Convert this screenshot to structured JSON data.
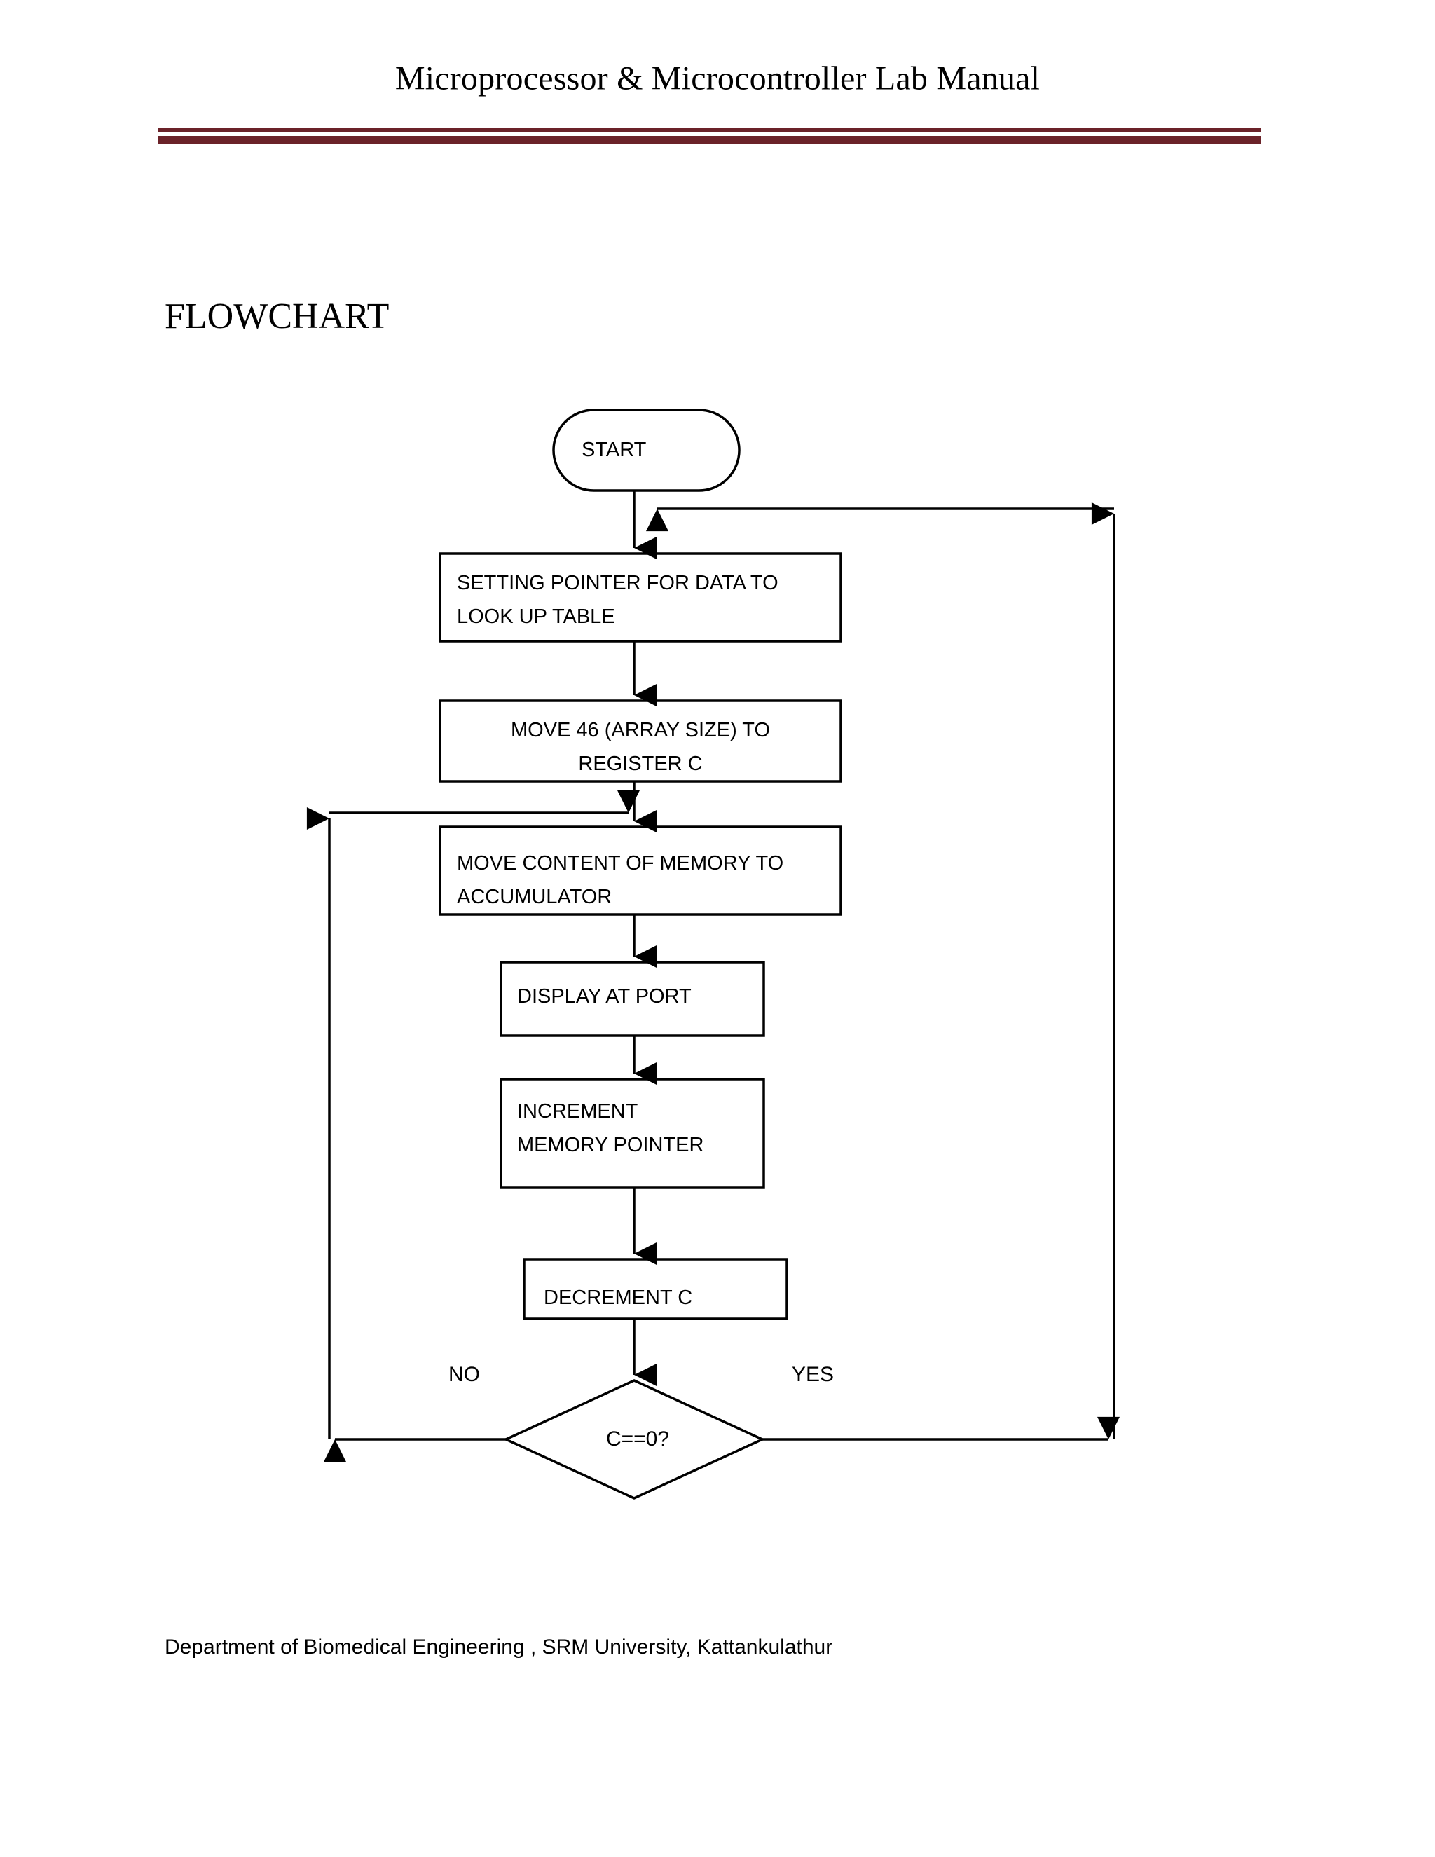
{
  "document": {
    "title": "Microprocessor & Microcontroller Lab Manual",
    "section_heading": "FLOWCHART",
    "footer": "Department of Biomedical Engineering , SRM University, Kattankulathur",
    "rule_color": "#6b2229",
    "ink_color": "#000000",
    "page_background": "#ffffff"
  },
  "flowchart": {
    "nodes": [
      {
        "id": "start",
        "shape": "terminator",
        "label": "START"
      },
      {
        "id": "p1",
        "shape": "process",
        "label": "SETTING POINTER FOR DATA TO\nLOOK UP TABLE"
      },
      {
        "id": "p2",
        "shape": "process",
        "label": "MOVE 46 (ARRAY SIZE) TO\nREGISTER C"
      },
      {
        "id": "p3",
        "shape": "process",
        "label": "MOVE CONTENT OF MEMORY TO\nACCUMULATOR"
      },
      {
        "id": "p4",
        "shape": "process",
        "label": "DISPLAY AT PORT"
      },
      {
        "id": "p5",
        "shape": "process",
        "label": "INCREMENT\nMEMORY POINTER"
      },
      {
        "id": "p6",
        "shape": "process",
        "label": "DECREMENT C"
      },
      {
        "id": "decision",
        "shape": "diamond",
        "label": "C==0?"
      }
    ],
    "edge_labels": {
      "no": "NO",
      "yes": "YES"
    }
  }
}
